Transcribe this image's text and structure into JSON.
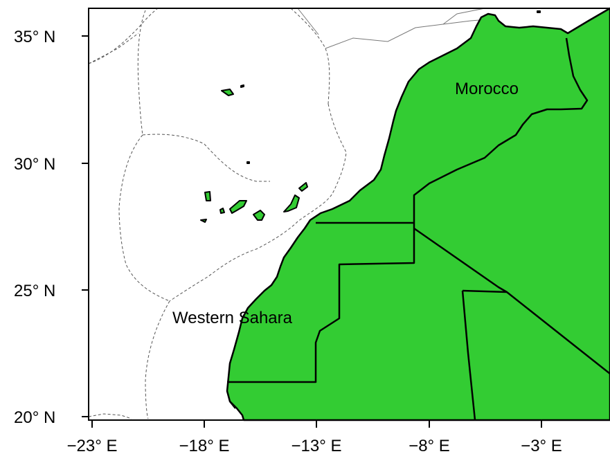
{
  "map": {
    "land_color": "#33cc33",
    "border_color": "#000000",
    "eez_line_color": "#555555",
    "labels": {
      "morocco": "Morocco",
      "western_sahara": "Western Sahara"
    },
    "y_ticks": [
      {
        "label": "35° N",
        "value": 35
      },
      {
        "label": "30° N",
        "value": 30
      },
      {
        "label": "25° N",
        "value": 25
      },
      {
        "label": "20° N",
        "value": 20
      }
    ],
    "x_ticks": [
      {
        "label": "−23° E",
        "value": -23
      },
      {
        "label": "−18° E",
        "value": -18
      },
      {
        "label": "−13° E",
        "value": -13
      },
      {
        "label": "−8° E",
        "value": -8
      },
      {
        "label": "−3° E",
        "value": -3
      }
    ]
  }
}
